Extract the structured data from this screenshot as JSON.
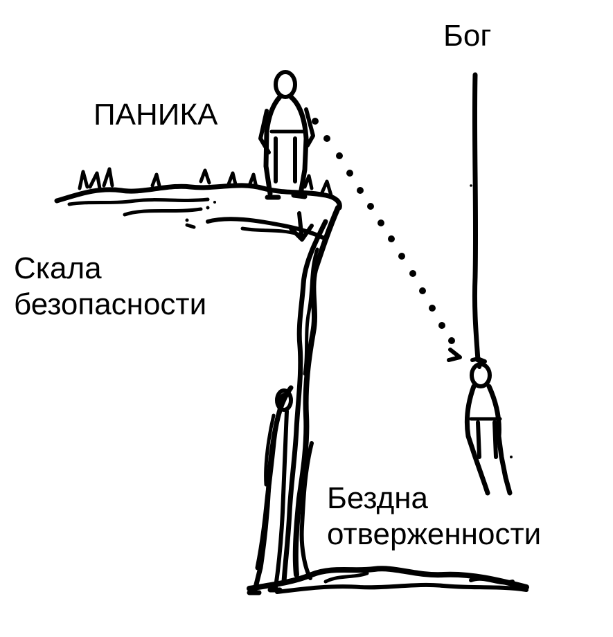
{
  "labels": {
    "god": "Бог",
    "panic": "ПАНИКА",
    "rock_line1": "Скала",
    "rock_line2": "безопасности",
    "abyss_line1": "Бездна",
    "abyss_line2": "отверженности"
  },
  "colors": {
    "ink": "#000000",
    "background": "#ffffff"
  }
}
